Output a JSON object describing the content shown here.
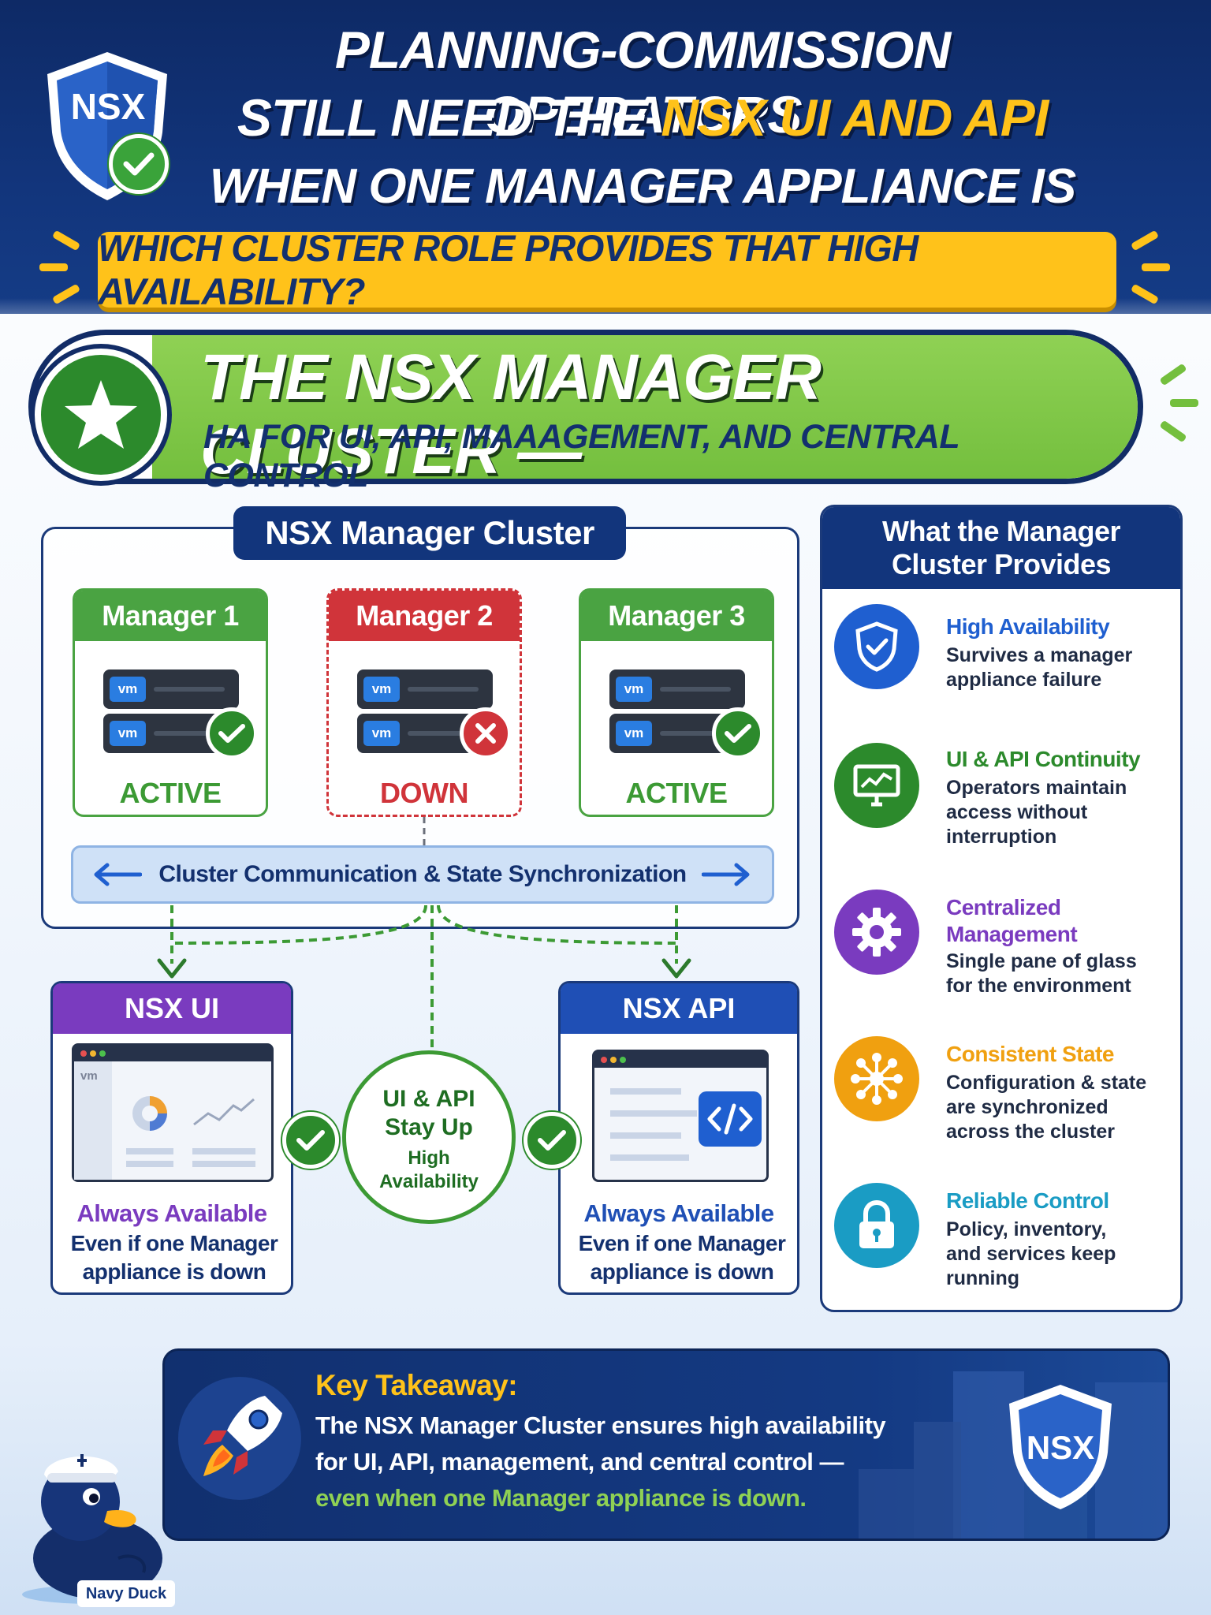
{
  "header": {
    "logo_text": "NSX",
    "line1": "Planning-Commission operators",
    "line2_pre": "still need the ",
    "line2_highlight": "NSX UI and API",
    "line3": "when one Manager appliance is down.",
    "question": "Which cluster role provides that high availability?"
  },
  "answer": {
    "title": "The NSX Manager Cluster —",
    "subtitle": "HA for UI, API, Maaagement, and Central Control"
  },
  "cluster": {
    "title": "NSX Manager Cluster",
    "vm_label": "vm",
    "managers": [
      {
        "name": "Manager 1",
        "status": "ACTIVE"
      },
      {
        "name": "Manager 2",
        "status": "DOWN"
      },
      {
        "name": "Manager 3",
        "status": "ACTIVE"
      }
    ],
    "sync_label": "Cluster Communication & State Synchronization"
  },
  "services": {
    "ui": {
      "title": "NSX UI",
      "always": "Always Available",
      "even_1": "Even if one Manager",
      "even_2": "appliance is down",
      "vm_label": "vm"
    },
    "api": {
      "title": "NSX API",
      "always": "Always Available",
      "even_1": "Even if one Manager",
      "even_2": "appliance is down"
    }
  },
  "ha_center": {
    "line1": "UI & API",
    "line2": "Stay Up",
    "line3": "High",
    "line4": "Availability"
  },
  "provides": {
    "title_1": "What the Manager",
    "title_2": "Cluster Provides",
    "items": [
      {
        "title": "High Availability",
        "desc_1": "Survives a manager",
        "desc_2": "appliance failure",
        "desc_3": "",
        "color": "#1f5fd0",
        "icon": "shield-check-icon"
      },
      {
        "title": "UI & API Continuity",
        "desc_1": "Operators maintain",
        "desc_2": "access without",
        "desc_3": "interruption",
        "color": "#2c8a2c",
        "icon": "monitor-chart-icon"
      },
      {
        "title": "Centralized",
        "title_2": "Management",
        "desc_1": "Single pane of glass",
        "desc_2": "for the environment",
        "desc_3": "",
        "color": "#7a3bbf",
        "icon": "gear-icon"
      },
      {
        "title": "Consistent State",
        "desc_1": "Configuration & state",
        "desc_2": "are synchronized",
        "desc_3": "across the cluster",
        "color": "#f0a010",
        "icon": "network-hub-icon"
      },
      {
        "title": "Reliable Control",
        "desc_1": "Policy, inventory,",
        "desc_2": "and services keep",
        "desc_3": "running",
        "color": "#1a9cc4",
        "icon": "lock-icon"
      }
    ]
  },
  "takeaway": {
    "label": "Key Takeaway:",
    "line1": "The NSX Manager Cluster ensures high availability",
    "line2": "for UI, API, management, and central control —",
    "line3": "even when one Manager appliance is down.",
    "badge": "NSX"
  },
  "mascot": {
    "name": "Navy Duck"
  },
  "colors": {
    "navy": "#12357c",
    "yellow": "#ffc21a",
    "green": "#4aa342",
    "red": "#d0343a",
    "purple": "#7a3bbf",
    "blue": "#1f5fd0"
  }
}
